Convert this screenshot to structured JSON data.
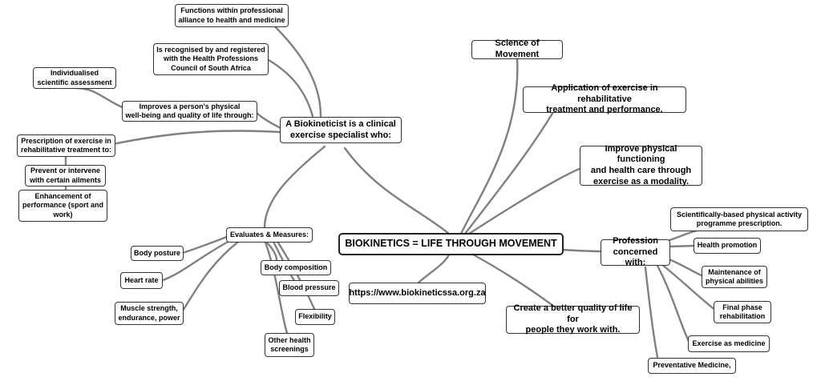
{
  "center": "BIOKINETICS = LIFE THROUGH MOVEMENT",
  "clinical": "A Biokineticist is a clinical\nexercise specialist who:",
  "functions": "Functions within professional\nalliance to health and medicine",
  "recognised": "Is recognised by and registered\nwith the Health Professions\nCouncil of South Africa",
  "individualised": "Individualised\nscientific assessment",
  "improves": "Improves a person's physical\nwell-being and quality of life through:",
  "prescription": "Prescription of exercise in\nrehabilitative treatment to:",
  "prevent": "Prevent or intervene\nwith certain ailments",
  "enhancement": "Enhancement of\nperformance (sport and\nwork)",
  "evaluates": "Evaluates & Measures:",
  "body_posture": "Body posture",
  "heart_rate": "Heart rate",
  "muscle": "Muscle strength,\nendurance, power",
  "body_composition": "Body composition",
  "blood_pressure": "Blood pressure",
  "flexibility": "Flexibility",
  "other_health": "Other health\nscreenings",
  "science": "Science of Movement",
  "application": "Application of exercise in rehabilitative\ntreatment and performance.",
  "improve_physical": "Improve physical functioning\nand health care through\nexercise as a modality.",
  "profession": "Profession\nconcerned with:",
  "scientifically": "Scientifically-based physical activity\nprogramme prescription.",
  "health_promotion": "Health promotion",
  "maintenance": "Maintenance of\nphysical abilities",
  "final_phase": "Final phase\nrehabilitation",
  "exercise_medicine": "Exercise as medicine",
  "preventative": "Preventative Medicine,",
  "url": "https://www.biokineticssa.org.za",
  "quality": "Create a better quality of life for\npeople they work with."
}
